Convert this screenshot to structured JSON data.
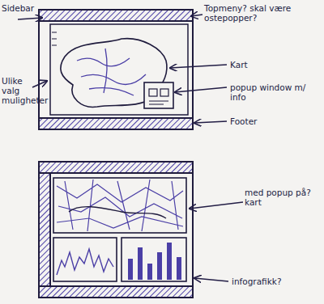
{
  "diagram": {
    "labels": [
      "Sidebar",
      "Topmeny? skal være ostepopper?",
      "Ulike valg muligheter",
      "Kart",
      "popup window m/ info",
      "Footer",
      "med popup på? kart",
      "infografikk?"
    ]
  }
}
